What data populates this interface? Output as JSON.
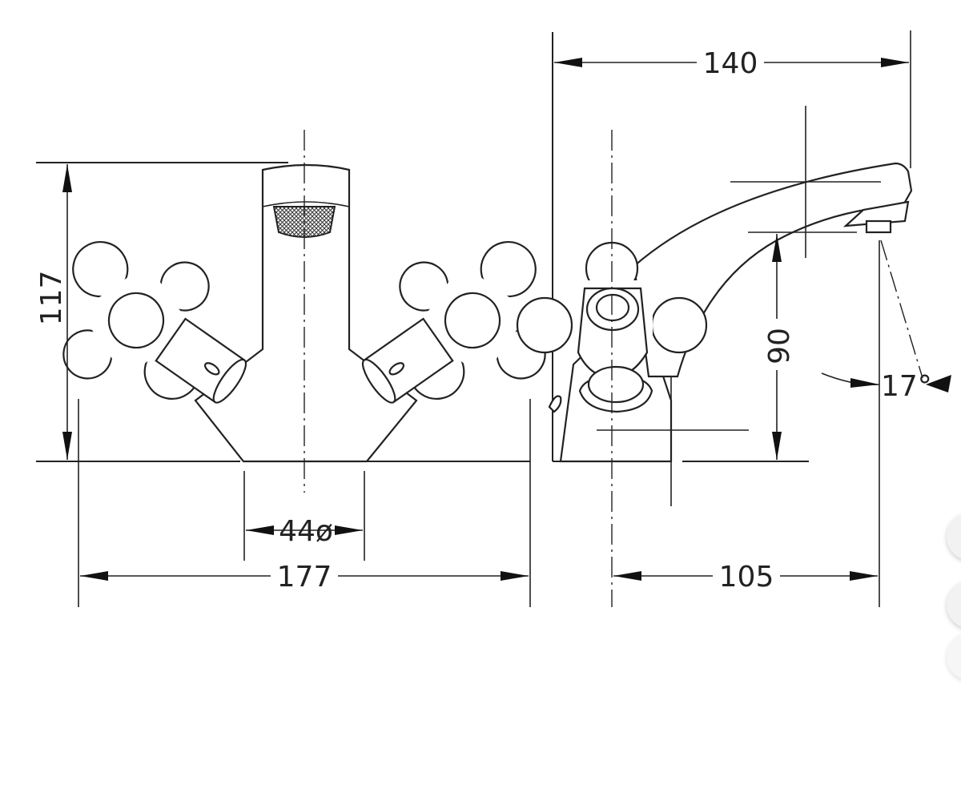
{
  "diagram": {
    "dimensions": {
      "overall_height": "117",
      "base_diameter": "44ø",
      "overall_width": "177",
      "side_depth": "140",
      "spout_height": "90",
      "spout_reach": "105",
      "spout_angle": "17°"
    }
  },
  "colors": {
    "line": "#222222",
    "background": "#ffffff"
  }
}
